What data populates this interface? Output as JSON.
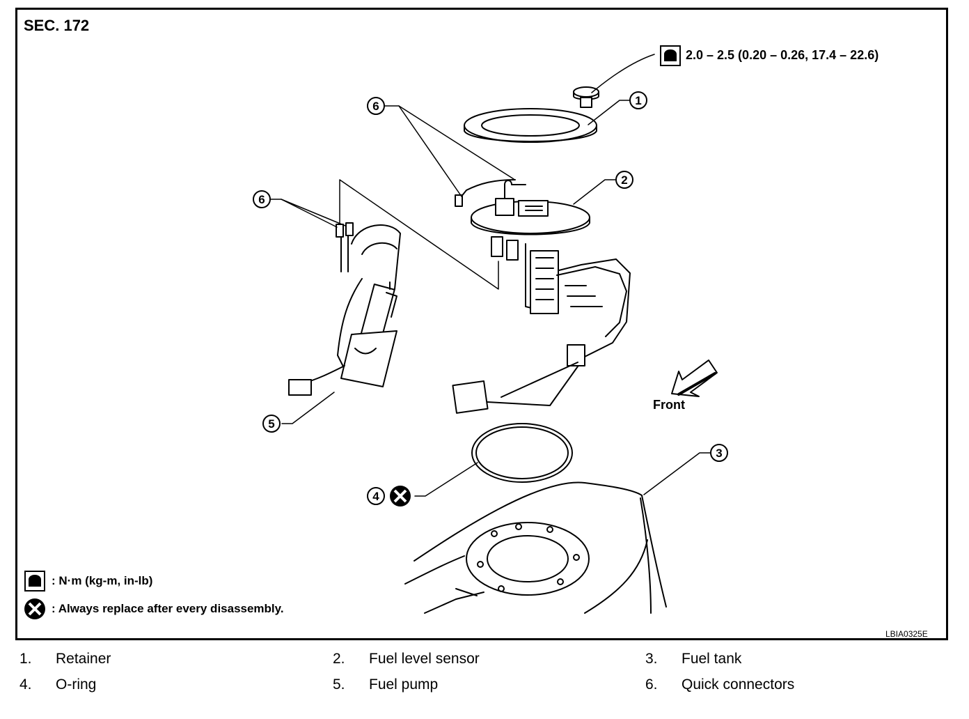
{
  "section_title": "SEC. 172",
  "torque_spec": "2.0 – 2.5 (0.20 – 0.26, 17.4 – 22.6)",
  "legend": {
    "torque": ": N·m (kg-m, in-lb)",
    "replace": ": Always replace after every disassembly."
  },
  "front_label": "Front",
  "figure_code": "LBIA0325E",
  "callouts": [
    "1",
    "2",
    "3",
    "4",
    "5",
    "6",
    "6"
  ],
  "parts": [
    {
      "num": "1.",
      "name": "Retainer"
    },
    {
      "num": "2.",
      "name": "Fuel level sensor"
    },
    {
      "num": "3.",
      "name": "Fuel tank"
    },
    {
      "num": "4.",
      "name": "O-ring"
    },
    {
      "num": "5.",
      "name": "Fuel pump"
    },
    {
      "num": "6.",
      "name": "Quick connectors"
    }
  ],
  "colors": {
    "ink": "#000000",
    "paper": "#ffffff"
  },
  "icons": [
    "torque-wrench-icon",
    "replace-x-icon",
    "front-arrow-icon"
  ]
}
